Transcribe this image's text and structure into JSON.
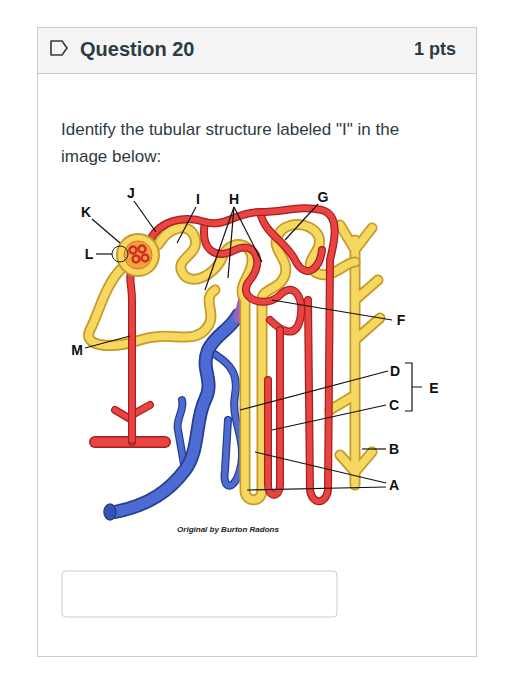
{
  "diagram": {
    "nodes": [
      {
        "text": [
          "Identify the tubular structure labeled \"I\" in the image below:"
        ]
      },
      {
        "text": [
          "Question 20",
          "1 pts"
        ],
        "in": 0
      }
    ],
    "labels": [
      "K",
      "J",
      "I",
      "H",
      "G",
      "L",
      "F",
      "M",
      "D",
      "E",
      "C",
      "B",
      "A",
      "Original by Burton Radons"
    ]
  }
}
